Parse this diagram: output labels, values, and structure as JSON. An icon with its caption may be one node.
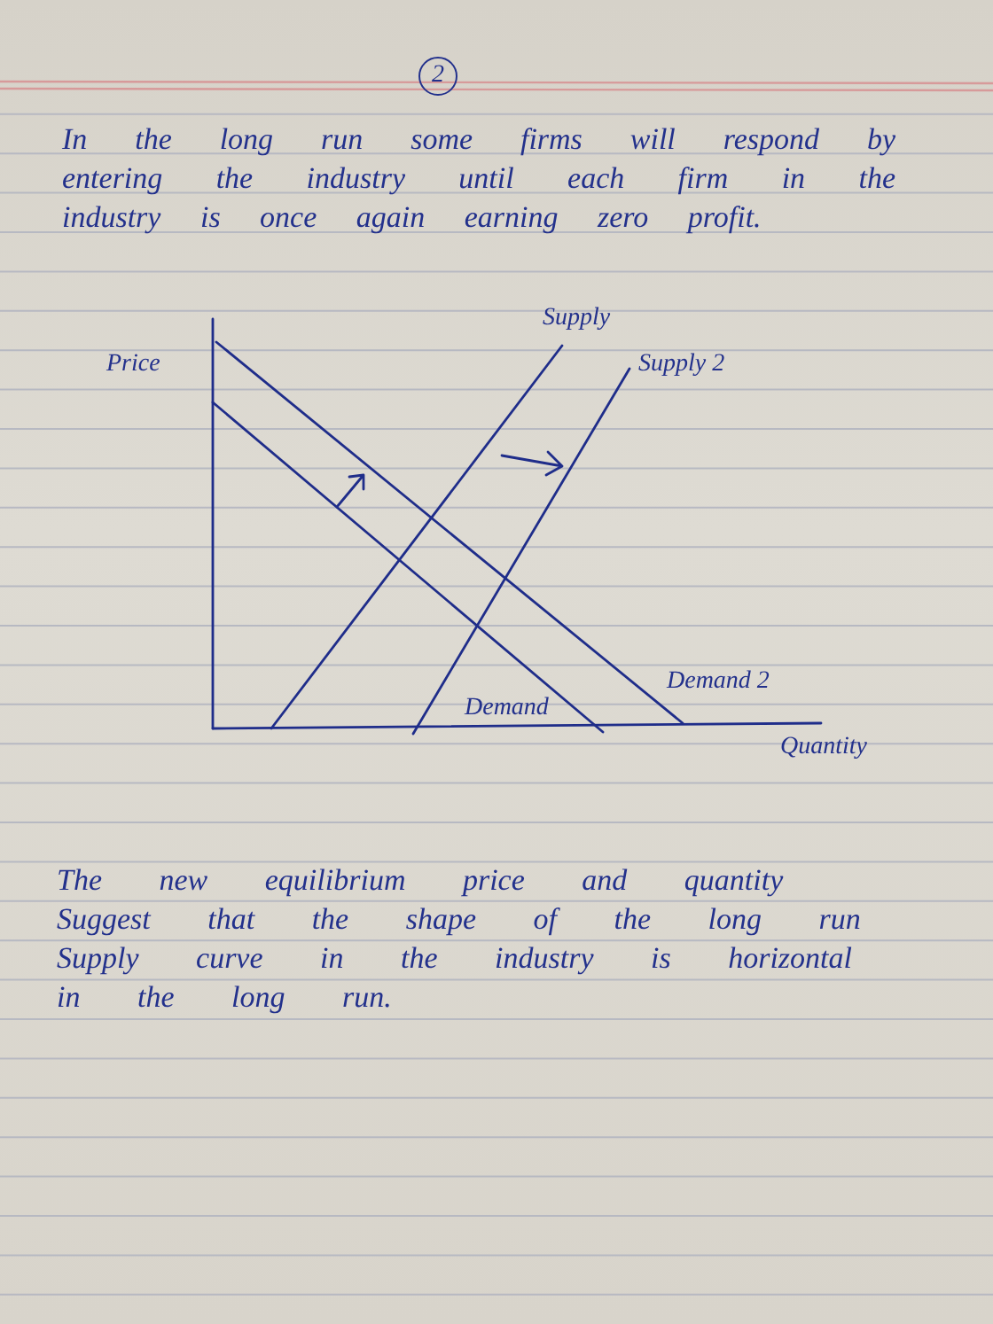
{
  "diagram": {
    "labels": [
      "2",
      "In the long run some firms will respond by entering the industry until each firm in the industry is once again earning zero profit.",
      "Price",
      "Supply",
      "Supply 2",
      "Demand 2",
      "Demand",
      "Quantity",
      "The new equilibrium price and quantity Suggest that the shape of the long run Supply curve in the industry is horizontal in the long run."
    ]
  }
}
